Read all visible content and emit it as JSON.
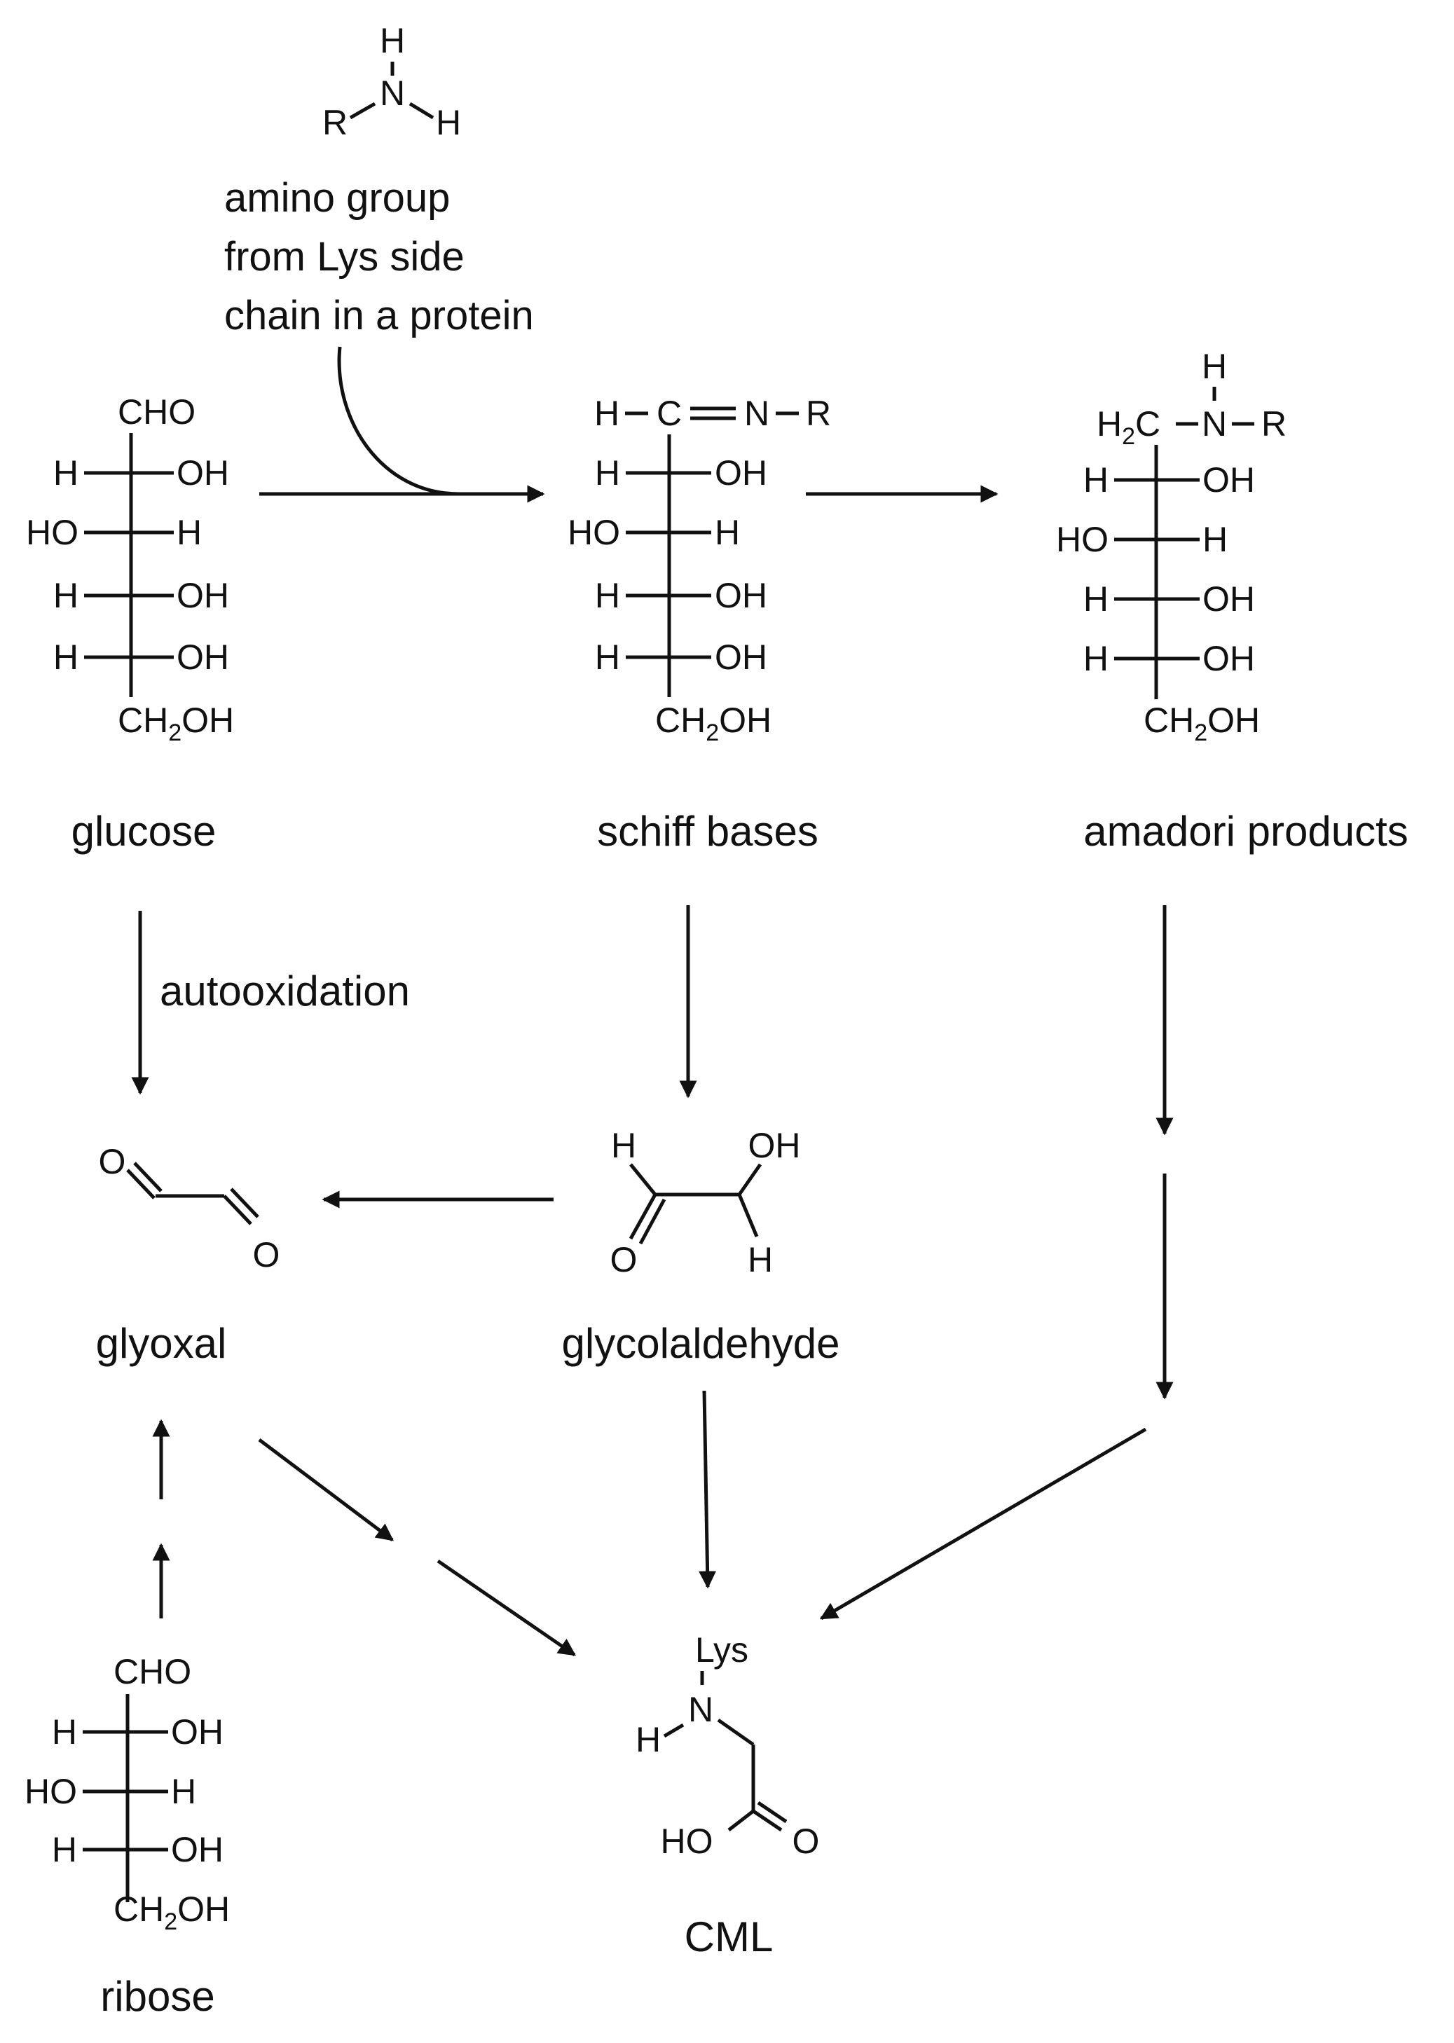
{
  "colors": {
    "ink": "#111111",
    "background": "#ffffff"
  },
  "amine": {
    "atom_h_top": "H",
    "atom_r": "R",
    "atom_n": "N",
    "atom_h_right": "H",
    "caption_lines": [
      "amino group",
      "from Lys side",
      "chain in a protein"
    ]
  },
  "glucose": {
    "top": "CHO",
    "rows": [
      {
        "left": "H",
        "right": "OH"
      },
      {
        "left": "HO",
        "right": "H"
      },
      {
        "left": "H",
        "right": "OH"
      },
      {
        "left": "H",
        "right": "OH"
      }
    ],
    "bottom": {
      "main": "CH",
      "sub": "2",
      "tail": "OH"
    },
    "name": "glucose"
  },
  "schiff": {
    "top": {
      "h": "H",
      "c": "C",
      "n": "N",
      "r": "R"
    },
    "rows": [
      {
        "left": "H",
        "right": "OH"
      },
      {
        "left": "HO",
        "right": "H"
      },
      {
        "left": "H",
        "right": "OH"
      },
      {
        "left": "H",
        "right": "OH"
      }
    ],
    "bottom": {
      "main": "CH",
      "sub": "2",
      "tail": "OH"
    },
    "name": "schiff bases"
  },
  "amadori": {
    "top": {
      "h_above": "H",
      "h2c_main": "H",
      "h2c_sub": "2",
      "h2c_tail": "C",
      "n": "N",
      "r": "R"
    },
    "rows": [
      {
        "left": "H",
        "right": "OH"
      },
      {
        "left": "HO",
        "right": "H"
      },
      {
        "left": "H",
        "right": "OH"
      },
      {
        "left": "H",
        "right": "OH"
      }
    ],
    "bottom": {
      "main": "CH",
      "sub": "2",
      "tail": "OH"
    },
    "name": "amadori products"
  },
  "autoox_label": "autooxidation",
  "glyoxal": {
    "o1": "O",
    "o2": "O",
    "name": "glyoxal"
  },
  "glycolaldehyde": {
    "h1": "H",
    "oh": "OH",
    "o": "O",
    "h2": "H",
    "name": "glycolaldehyde"
  },
  "ribose": {
    "top": "CHO",
    "rows": [
      {
        "left": "H",
        "right": "OH"
      },
      {
        "left": "HO",
        "right": "H"
      },
      {
        "left": "H",
        "right": "OH"
      }
    ],
    "bottom": {
      "main": "CH",
      "sub": "2",
      "tail": "OH"
    },
    "name": "ribose"
  },
  "cml": {
    "lys": "Lys",
    "n": "N",
    "h": "H",
    "ho": "HO",
    "o": "O",
    "name": "CML"
  },
  "icons": [
    "arrow-icon"
  ]
}
